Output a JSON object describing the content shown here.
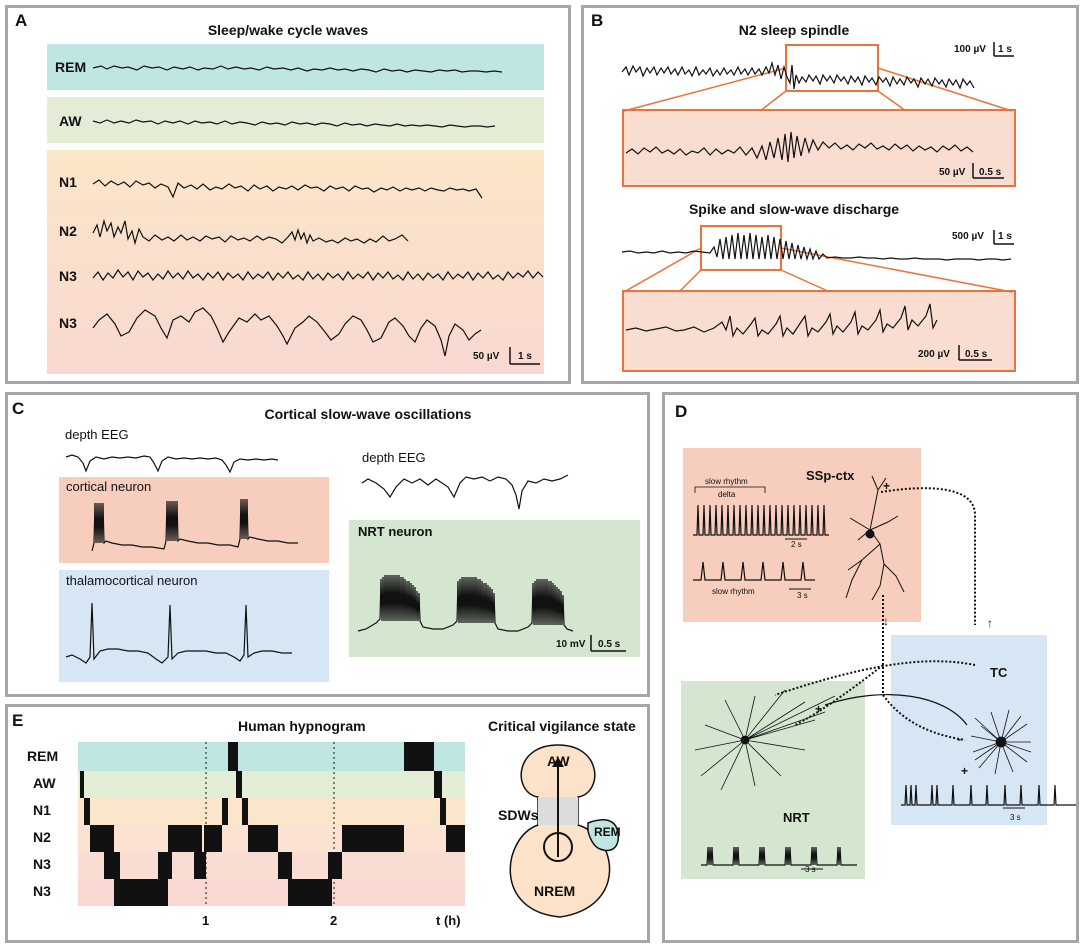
{
  "panelA": {
    "label": "A",
    "title": "Sleep/wake cycle waves",
    "rows": [
      "REM",
      "AW",
      "N1",
      "N2",
      "N3",
      "N3"
    ],
    "scale_v": "50 µV",
    "scale_t": "1 s"
  },
  "panelB": {
    "label": "B",
    "title1": "N2 sleep spindle",
    "scale1_v": "100 µV",
    "scale1_t": "1 s",
    "scale2_v": "50 µV",
    "scale2_t": "0.5 s",
    "title2": "Spike and slow-wave discharge",
    "scale3_v": "500 µV",
    "scale3_t": "1 s",
    "scale4_v": "200 µV",
    "scale4_t": "0.5 s"
  },
  "panelC": {
    "label": "C",
    "title": "Cortical slow-wave oscillations",
    "depth1": "depth EEG",
    "cortical": "cortical neuron",
    "thalamo": "thalamocortical neuron",
    "depth2": "depth EEG",
    "nrt": "NRT neuron",
    "scale_v": "10 mV",
    "scale_t": "0.5 s"
  },
  "panelD": {
    "label": "D",
    "ssp": "SSp-ctx",
    "slow_rhythm1": "slow rhythm",
    "delta": "delta",
    "t2s": "2 s",
    "slow_rhythm2": "slow rhythm",
    "t3s_a": "3 s",
    "tc": "TC",
    "nrt": "NRT",
    "t3s_b": "3 s",
    "t3s_c": "3 s"
  },
  "panelE": {
    "label": "E",
    "title": "Human hypnogram",
    "rows": [
      "REM",
      "AW",
      "N1",
      "N2",
      "N3",
      "N3"
    ],
    "tick1": "1",
    "tick2": "2",
    "axis": "t (h)",
    "vig_title": "Critical vigilance state",
    "aw": "AW",
    "sdws": "SDWs",
    "rem": "REM",
    "nrem": "NREM"
  },
  "colors": {
    "rem": "#bfe6e1",
    "aw": "#e3edd6",
    "n1": "#fbe6cc",
    "n2": "#f9ddd0",
    "nrem": "#f9d9d2",
    "orange": "#e9733a",
    "green": "#d4e6cf",
    "blue": "#d6e6f4",
    "salmon": "#f7cdbd"
  }
}
